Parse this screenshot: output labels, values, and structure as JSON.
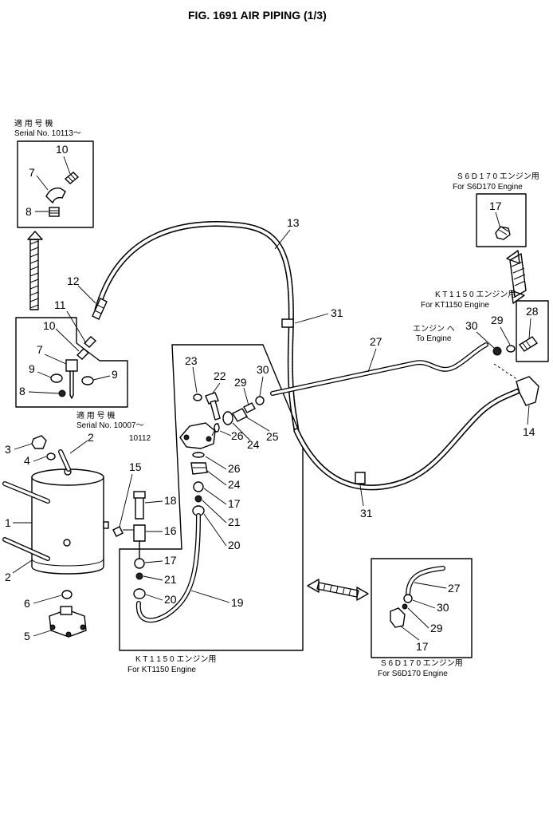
{
  "title": "FIG. 1691   AIR PIPING (1/3)",
  "notes": {
    "serial_top_jp": "適 用 号 機",
    "serial_top": "Serial  No.  10113～",
    "serial_mid_jp": "適 用 号 機",
    "serial_mid_1": "Serial  No.  10007～",
    "serial_mid_2": "10112",
    "s6d_top_jp": "S 6 D 1 7 0 エンジン用",
    "s6d_top": "For  S6D170  Engine",
    "kt_right_jp": "K T 1 1 5 0 エンジン用",
    "kt_right": "For  KT1150  Engine",
    "to_engine_jp": "エンジン へ",
    "to_engine": "To  Engine",
    "kt_bottom_jp": "K T 1 1 5 0 エンジン用",
    "kt_bottom": "For  KT1150  Engine",
    "s6d_bottom_jp": "S 6 D 1 7 0 エンジン用",
    "s6d_bottom": "For  S6D170  Engine"
  },
  "callouts": {
    "c1": "1",
    "c2a": "2",
    "c2b": "2",
    "c3": "3",
    "c4": "4",
    "c5": "5",
    "c6": "6",
    "c7a": "7",
    "c7b": "7",
    "c8a": "8",
    "c8b": "8",
    "c9a": "9",
    "c9b": "9",
    "c10a": "10",
    "c10b": "10",
    "c11": "11",
    "c12": "12",
    "c13": "13",
    "c14": "14",
    "c15": "15",
    "c16": "16",
    "c17a": "17",
    "c17b": "17",
    "c17c": "17",
    "c17d": "17",
    "c18": "18",
    "c19": "19",
    "c20a": "20",
    "c20b": "20",
    "c21a": "21",
    "c21b": "21",
    "c22": "22",
    "c23": "23",
    "c24a": "24",
    "c24b": "24",
    "c25": "25",
    "c26a": "26",
    "c26b": "26",
    "c27a": "27",
    "c27b": "27",
    "c28": "28",
    "c29a": "29",
    "c29b": "29",
    "c29c": "29",
    "c30a": "30",
    "c30b": "30",
    "c30c": "30",
    "c31a": "31",
    "c31b": "31"
  }
}
